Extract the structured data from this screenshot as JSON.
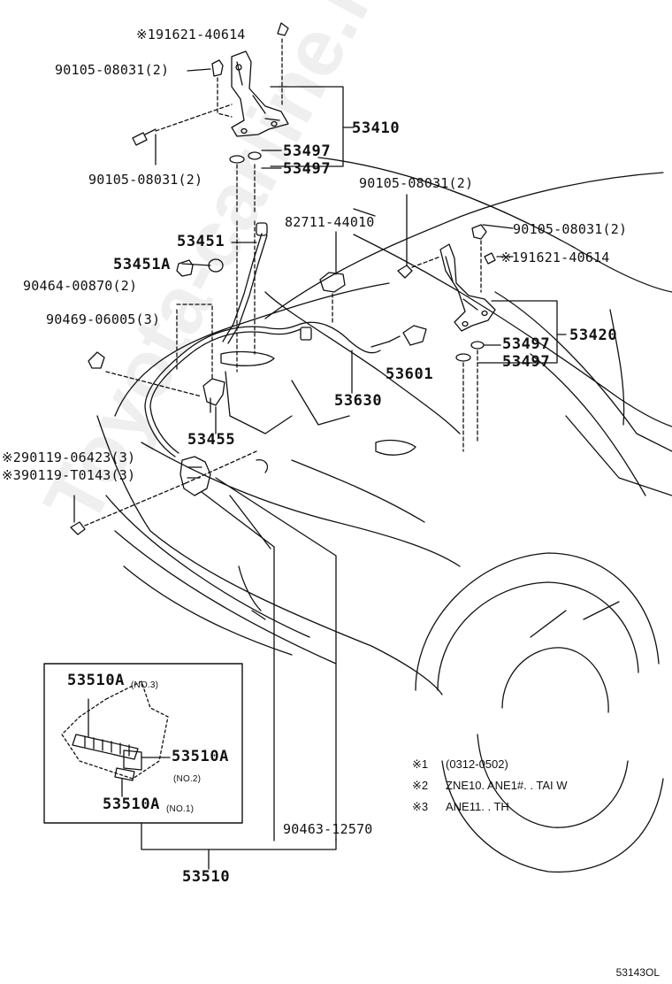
{
  "labels": {
    "star1_91621_40614_top": "※191621-40614",
    "b90105_08031_2_topleft": "90105-08031(2)",
    "b90105_08031_2_left": "90105-08031(2)",
    "p53410": "53410",
    "p53497_a": "53497",
    "p53497_b": "53497",
    "b90105_08031_2_mid": "90105-08031(2)",
    "p82711_44010": "82711-44010",
    "b90105_08031_2_right": "90105-08031(2)",
    "star1_91621_40614_right": "※191621-40614",
    "p53451": "53451",
    "p53451A": "53451A",
    "p90464_00870_2": "90464-00870(2)",
    "p90469_06005_3": "90469-06005(3)",
    "p53420": "53420",
    "p53497_c": "53497",
    "p53497_d": "53497",
    "p53601": "53601",
    "p53630": "53630",
    "p53455": "53455",
    "star2_90119_06423_3": "※290119-06423(3)",
    "star3_90119_T0143_3": "※390119-T0143(3)",
    "p53510A_no3": "53510A",
    "p53510A_no3_sub": "(NO.3)",
    "p53510A_no2": "53510A",
    "p53510A_no2_sub": "(NO.2)",
    "p53510A_no1": "53510A",
    "p53510A_no1_sub": "(NO.1)",
    "p90463_12570": "90463-12570",
    "p53510": "53510"
  },
  "notes": [
    {
      "mark": "※1",
      "text": "(0312-0502)"
    },
    {
      "mark": "※2",
      "text": "ZNE10. ANE1#. . TAI W"
    },
    {
      "mark": "※3",
      "text": "ANE11. . TH"
    }
  ],
  "watermark": "Toyota-carline.ru",
  "diagram_code": "53143OL"
}
